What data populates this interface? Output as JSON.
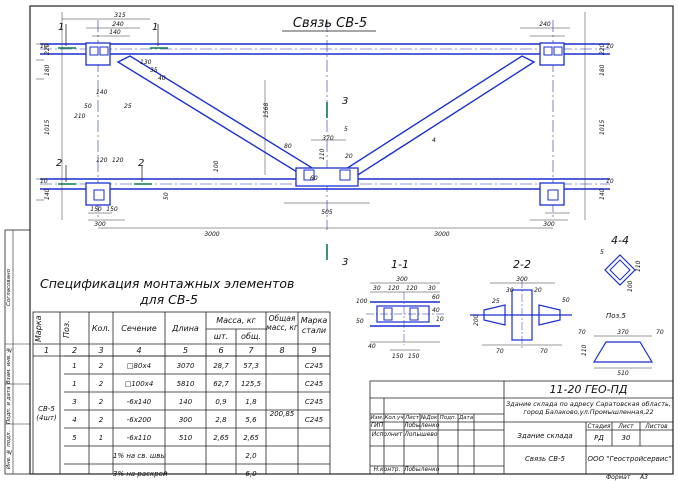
{
  "drawing": {
    "title": "Связь СВ-5",
    "section_11": "1-1",
    "section_22": "2-2",
    "section_44": "4-4",
    "pos5_label": "Поз.5",
    "dims_top": [
      "315",
      "240",
      "140",
      "240"
    ],
    "dims_left": [
      "220",
      "180",
      "1015",
      "140",
      "10",
      "10"
    ],
    "dims_right": [
      "220",
      "180",
      "1015",
      "140",
      "10",
      "10"
    ],
    "dims_bottom": [
      "3000",
      "3000",
      "300",
      "300",
      "150",
      "150",
      "505",
      "370",
      "110"
    ],
    "node_dims": [
      "120",
      "120",
      "20",
      "210",
      "140",
      "25",
      "35",
      "40",
      "50",
      "60",
      "80",
      "130",
      "1568",
      "100",
      "50"
    ],
    "sec11_dims": [
      "300",
      "30",
      "120",
      "120",
      "30",
      "100",
      "60",
      "40",
      "50",
      "150",
      "150",
      "40",
      "10"
    ],
    "sec22_dims": [
      "300",
      "30",
      "20",
      "25",
      "200",
      "70",
      "70",
      "50"
    ],
    "sec44_dims": [
      "5",
      "110",
      "100"
    ],
    "pos5_dims": [
      "370",
      "70",
      "70",
      "510",
      "110"
    ],
    "markers": [
      "1",
      "1",
      "2",
      "2",
      "3",
      "3",
      "4",
      "5"
    ]
  },
  "spec": {
    "title_line1": "Спецификация монтажных элементов",
    "title_line2": "для СВ-5",
    "headers": {
      "mark": "Марка",
      "pos": "Поз.",
      "qty": "Кол.",
      "section": "Сечение",
      "length": "Длина",
      "mass": "Масса, кг",
      "mass_unit": "шт.",
      "mass_total": "общ.",
      "total_mass": "Общая масс, кг",
      "steel": "Марка стали"
    },
    "col_numbers": [
      "1",
      "2",
      "3",
      "4",
      "5",
      "6",
      "7",
      "8",
      "9"
    ],
    "mark_label": "СВ-5 (4шт)",
    "rows": [
      {
        "pos": "1",
        "qty": "2",
        "section": "□80х4",
        "length": "3070",
        "unit": "28,7",
        "total": "57,3",
        "steel": "С245"
      },
      {
        "pos": "1",
        "qty": "2",
        "section": "□100х4",
        "length": "5810",
        "unit": "62,7",
        "total": "125,5",
        "steel": "С245"
      },
      {
        "pos": "3",
        "qty": "2",
        "section": "-6х140",
        "length": "140",
        "unit": "0,9",
        "total": "1,8",
        "steel": "С245"
      },
      {
        "pos": "4",
        "qty": "2",
        "section": "-6х200",
        "length": "300",
        "unit": "2,8",
        "total": "5,6",
        "steel": "С245"
      },
      {
        "pos": "5",
        "qty": "1",
        "section": "-6х110",
        "length": "510",
        "unit": "2,65",
        "total": "2,65",
        "steel": ""
      },
      {
        "pos": "",
        "qty": "",
        "section": "1% на св. швы",
        "length": "",
        "unit": "",
        "total": "2,0",
        "steel": ""
      },
      {
        "pos": "",
        "qty": "",
        "section": "3% на раскрой",
        "length": "",
        "unit": "",
        "total": "6,0",
        "steel": ""
      }
    ],
    "total_mass": "200,85"
  },
  "stamp": {
    "code": "11-20 ГЕО-ПД",
    "address": "Здание склада по адресу Саратовская область, город Балаково,ул.Промышленная,22",
    "hdr_cols": [
      "Изм.",
      "Кол.уч",
      "Лист",
      "№Док",
      "Подп.",
      "Дата"
    ],
    "gip_role": "ГИП",
    "gip_name": "Лобыленко",
    "exec_role": "Исполнит",
    "exec_name": "Лопышево",
    "norm_role": "Н.контр.",
    "norm_name": "Лобыленко",
    "object": "Здание склада",
    "stage_label": "Стадия",
    "sheet_label": "Лист",
    "sheets_label": "Листов",
    "stage": "РД",
    "sheet": "30",
    "sheet_title": "Связь СВ-5",
    "org": "ООО \"Геостройсервис\"",
    "format_label": "Формат",
    "format": "А3"
  },
  "side_stamp": [
    "Согласовано",
    "Взам. инв. №",
    "Подп. и дата",
    "Инв. № подл."
  ]
}
